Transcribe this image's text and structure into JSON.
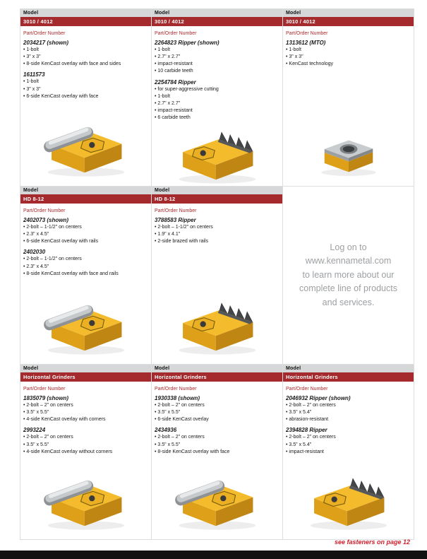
{
  "labels": {
    "model": "Model",
    "part_order": "Part/Order Number"
  },
  "cells": [
    {
      "model_name": "3010 / 4012",
      "parts": [
        {
          "number": "2034217 (shown)",
          "bullets": [
            "1-bolt",
            "3\" x 3\"",
            "8-side KenCast overlay with face and sides"
          ]
        },
        {
          "number": "1611573",
          "bullets": [
            "1-bolt",
            "3\" x 3\"",
            "6-side KenCast overlay with face"
          ]
        }
      ]
    },
    {
      "model_name": "3010 / 4012",
      "parts": [
        {
          "number": "2264823 Ripper (shown)",
          "bullets": [
            "1-bolt",
            "2.7\" x 2.7\"",
            "impact-resistant",
            "10 carbide teeth"
          ]
        },
        {
          "number": "2254784 Ripper",
          "bullets": [
            "for super-aggressive cutting",
            "1-bolt",
            "2.7\" x 2.7\"",
            "impact-resistant",
            "6 carbide teeth"
          ]
        }
      ]
    },
    {
      "model_name": "3010 / 4012",
      "parts": [
        {
          "number": "1313612 (MTO)",
          "bullets": [
            "1-bolt",
            "3\" x 3\"",
            "KenCast technology"
          ]
        }
      ]
    },
    {
      "model_name": "HD 8-12",
      "parts": [
        {
          "number": "2402073 (shown)",
          "bullets": [
            "2-bolt – 1-1/2\" on centers",
            "2.3\" x 4.5\"",
            "6-side KenCast overlay with rails"
          ]
        },
        {
          "number": "2402030",
          "bullets": [
            "2-bolt – 1-1/2\" on centers",
            "2.3\" x 4.5\"",
            "8-side KenCast overlay with face and rails"
          ]
        }
      ]
    },
    {
      "model_name": "HD 8-12",
      "parts": [
        {
          "number": "3788583 Ripper",
          "bullets": [
            "2-bolt – 1-1/2\" on centers",
            "1.9\" x 4.1\"",
            "2-side brazed with rails"
          ]
        }
      ]
    },
    {
      "model_name": "Horizontal Grinders",
      "parts": [
        {
          "number": "1835079 (shown)",
          "bullets": [
            "2-bolt – 2\" on centers",
            "3.5\" x 5.5\"",
            "4-side KenCast overlay with corners"
          ]
        },
        {
          "number": "2993224",
          "bullets": [
            "2-bolt – 2\" on centers",
            "3.5\" x 5.5\"",
            "4-side KenCast overlay without corners"
          ]
        }
      ]
    },
    {
      "model_name": "Horizontal Grinders",
      "parts": [
        {
          "number": "1930338 (shown)",
          "bullets": [
            "2-bolt – 2\" on centers",
            "3.5\" x 5.5\"",
            "6-side KenCast overlay"
          ]
        },
        {
          "number": "2434936",
          "bullets": [
            "2-bolt – 2\" on centers",
            "3.5\" x 5.5\"",
            "8-side KenCast overlay with face"
          ]
        }
      ]
    },
    {
      "model_name": "Horizontal Grinders",
      "parts": [
        {
          "number": "2046932 Ripper (shown)",
          "bullets": [
            "2-bolt – 2\" on centers",
            "3.5\" x 5.4\"",
            "abrasion-resistant"
          ]
        },
        {
          "number": "2394828 Ripper",
          "bullets": [
            "2-bolt – 2\" on centers",
            "3.5\" x 5.4\"",
            "impact-resistant"
          ]
        }
      ]
    }
  ],
  "promo": {
    "lines": [
      "Log on to",
      "www.kennametal.com",
      "to learn more about our",
      "complete line of products",
      "and services."
    ]
  },
  "footer": {
    "note": "see fasteners on page 12"
  },
  "colors": {
    "banner_red": "#A42A2D",
    "accent_red": "#B4282C",
    "body_yellow": "#F4BB2C",
    "cap_gray": "#C6C9CB"
  }
}
